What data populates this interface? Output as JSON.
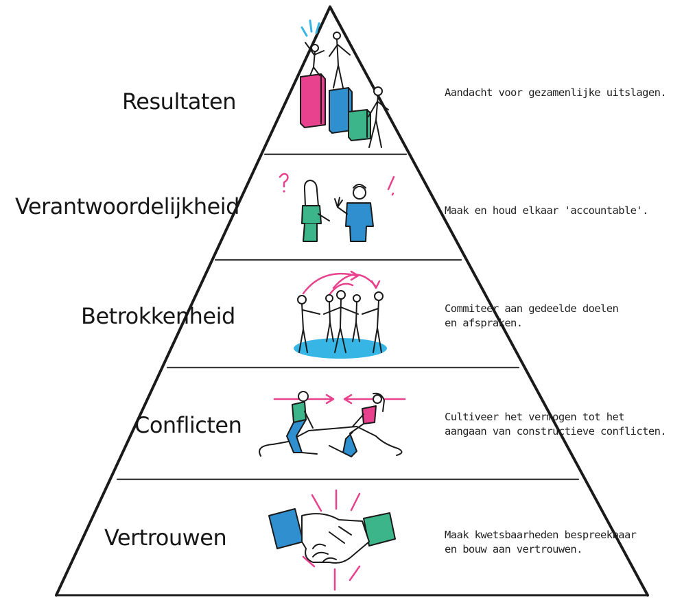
{
  "colors": {
    "ink": "#1a1a1a",
    "pink": "#e8418d",
    "blue": "#2f8fcf",
    "green": "#3db58a",
    "cyan": "#37b6e6"
  },
  "layers": [
    {
      "id": "resultaten",
      "label": "Resultaten",
      "description": [
        "Aandacht voor gezamenlijke uitslagen."
      ],
      "icon": "podium-people-icon"
    },
    {
      "id": "verantwoordelijkheid",
      "label": "Verantwoordelijkheid",
      "description": [
        "Maak en houd elkaar 'accountable'."
      ],
      "icon": "two-people-discussing-icon"
    },
    {
      "id": "betrokkenheid",
      "label": "Betrokkenheid",
      "description": [
        "Commiteer aan gedeelde doelen",
        "en afspraken."
      ],
      "icon": "people-circle-icon"
    },
    {
      "id": "conflicten",
      "label": "Conflicten",
      "description": [
        "Cultiveer het vermogen tot het",
        "aangaan van constructieve conflicten."
      ],
      "icon": "tug-of-war-icon"
    },
    {
      "id": "vertrouwen",
      "label": "Vertrouwen",
      "description": [
        "Maak kwetsbaarheden bespreekbaar",
        "en bouw aan vertrouwen."
      ],
      "icon": "handshake-icon"
    }
  ]
}
